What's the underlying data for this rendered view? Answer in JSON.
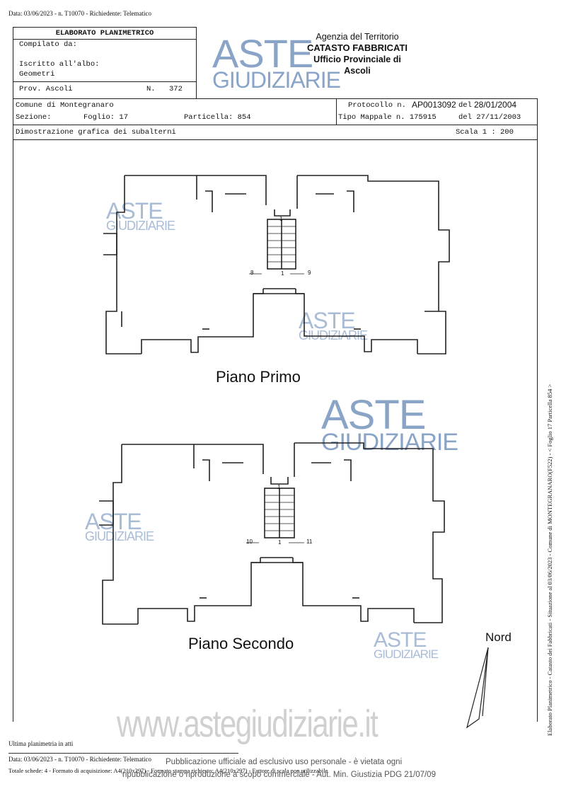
{
  "header_line": "Data: 03/06/2023 - n. T10070 - Richiedente: Telematico",
  "form": {
    "title": "ELABORATO PLANIMETRICO",
    "compilato": "Compilato da:",
    "iscritto": "Iscritto all'albo:",
    "geometri": "Geometri",
    "prov": "Prov. Ascoli",
    "n_label": "N.",
    "n_value": "372"
  },
  "agency": {
    "line1": "Agenzia del Territorio",
    "line2": "CATASTO FABBRICATI",
    "line3": "Ufficio Provinciale di",
    "line4": "Ascoli"
  },
  "info": {
    "comune": "Comune di Montegranaro",
    "sezione": "Sezione:",
    "foglio": "Foglio: 17",
    "particella": "Particella: 854",
    "protocollo_label": "Protocollo n.",
    "protocollo_value": "AP0013092",
    "protocollo_del": "del",
    "protocollo_date": "28/01/2004",
    "tipo_mappale": "Tipo Mappale n. 175915",
    "tipo_del": "del 27/11/2003",
    "dimostrazione": "Dimostrazione grafica dei subalterni",
    "scala": "Scala 1 : 200"
  },
  "watermark": {
    "aste": "ASTE",
    "giudiziarie": "GIUDIZIARIE",
    "site": "www.astegiudiziarie.it"
  },
  "plans": {
    "floor1": {
      "label": "Piano Primo",
      "sub_top": "1",
      "sub_mid": "1",
      "sub_left": "8",
      "sub_right": "9"
    },
    "floor2": {
      "label": "Piano Secondo",
      "sub_top": "1",
      "sub_mid": "1",
      "sub_left": "10",
      "sub_right": "11"
    }
  },
  "nord": "Nord",
  "side_text": "Elaborato Planimetrico - Catasto dei Fabbricati - Situazione al 03/06/2023 - Comune di MONTEGRANARO(F522) - < Foglio 17 Particella 854 >",
  "footer": {
    "ultima": "Ultima planimetria in atti",
    "line1": "Data: 03/06/2023 - n. T10070 - Richiedente: Telematico",
    "line2": "Totale schede: 4 - Formato di acquisizione: A4(210x297) - Formato stampa richiesto: A4(210x297) - Fattore di scala non utilizzabile",
    "notice1": "Pubblicazione ufficiale ad esclusivo uso personale - è vietata ogni",
    "notice2": "ripubblicazione o riproduzione a scopo commerciale - Aut. Min. Giustizia PDG 21/07/09"
  }
}
